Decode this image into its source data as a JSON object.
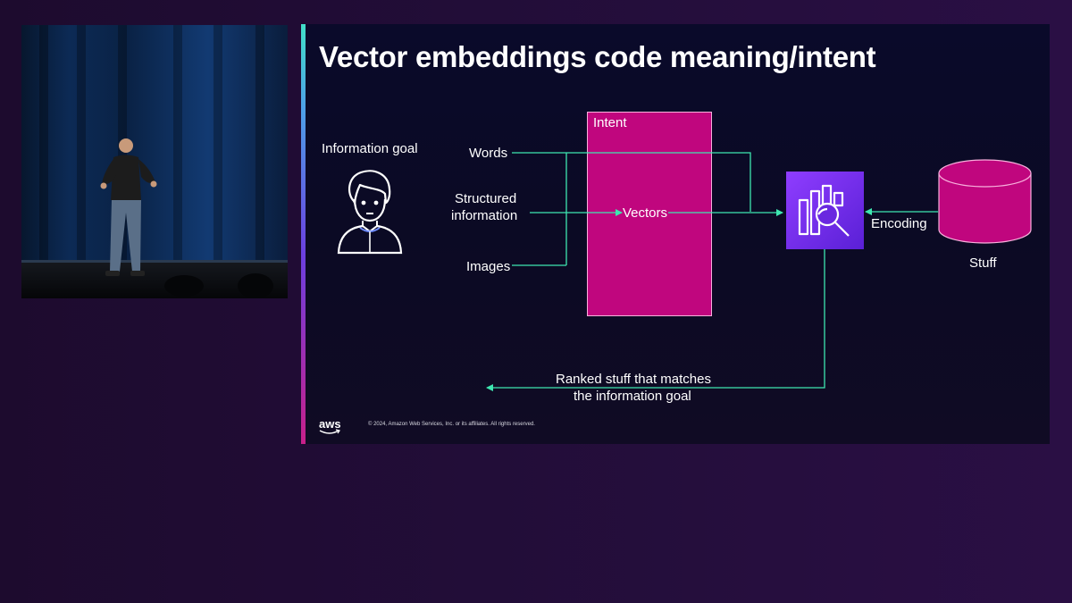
{
  "slide": {
    "title": "Vector embeddings code meaning/intent",
    "info_goal_label": "Information goal",
    "inputs": {
      "words": "Words",
      "structured_line1": "Structured",
      "structured_line2": "information",
      "images": "Images"
    },
    "intent_label": "Intent",
    "vectors_label": "Vectors",
    "encoding_label": "Encoding",
    "stuff_label": "Stuff",
    "result_line1": "Ranked stuff that matches",
    "result_line2": "the information goal",
    "footer": {
      "logo": "aws",
      "copyright": "© 2024, Amazon Web Services, Inc. or its affiliates. All rights reserved."
    }
  },
  "colors": {
    "accent_magenta": "#c0067e",
    "connector_teal": "#3ee6b0",
    "icon_purple": "#7a2ff0"
  },
  "icons": {
    "person": "user-avatar-icon",
    "search": "search-analytics-icon",
    "stuff": "database-cylinder-icon"
  }
}
